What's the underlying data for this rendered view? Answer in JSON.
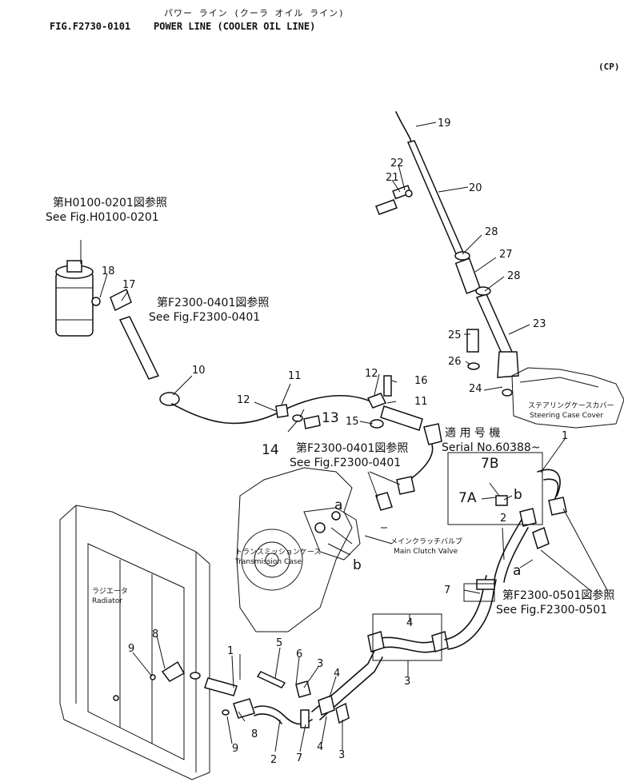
{
  "header": {
    "title_jp": "パワー ライン (クーラ オイル ライン)",
    "fig_code": "FIG.F2730-0101",
    "fig_title": "POWER LINE (COOLER OIL LINE)",
    "model_tag": "(CP)"
  },
  "references": {
    "h0100_jp": "第H0100-0201図参照",
    "h0100_en": "See Fig.H0100-0201",
    "f2300_0401_top_jp": "第F2300-0401図参照",
    "f2300_0401_top_en": "See Fig.F2300-0401",
    "f2300_0401_mid_jp": "第F2300-0401図参照",
    "f2300_0401_mid_en": "See Fig.F2300-0401",
    "f2300_0501_jp": "第F2300-0501図参照",
    "f2300_0501_en": "See Fig.F2300-0501",
    "serial_jp": "適 用 号 機",
    "serial_en": "Serial No.60388~"
  },
  "components": {
    "steering_cover_jp": "ステアリングケースカバー",
    "steering_cover_en": "Steering Case Cover",
    "main_clutch_jp": "メインクラッチバルブ",
    "main_clutch_en": "Main Clutch Valve",
    "transmission_jp": "トランスミッションケース",
    "transmission_en": "Transmission Case",
    "radiator_jp": "ラジエータ",
    "radiator_en": "Radiator"
  },
  "callouts": {
    "c1_top": "1",
    "c1_bottom": "1",
    "c2_right": "2",
    "c2_bottom": "2",
    "c3_a": "3",
    "c3_b": "3",
    "c3_c": "3",
    "c4_a": "4",
    "c4_b": "4",
    "c4_c": "4",
    "c5": "5",
    "c6": "6",
    "c7_a": "7",
    "c7_b": "7",
    "c7A": "7A",
    "c7B": "7B",
    "c8_a": "8",
    "c8_b": "8",
    "c9_a": "9",
    "c9_b": "9",
    "c10": "10",
    "c11_a": "11",
    "c11_b": "11",
    "c12_a": "12",
    "c12_b": "12",
    "c13": "13",
    "c14": "14",
    "c15": "15",
    "c16": "16",
    "c17": "17",
    "c18": "18",
    "c19": "19",
    "c20": "20",
    "c21": "21",
    "c22": "22",
    "c23": "23",
    "c24": "24",
    "c25": "25",
    "c26": "26",
    "c27": "27",
    "c28_a": "28",
    "c28_b": "28",
    "a_left": "a",
    "a_right": "a",
    "b_left": "b",
    "b_right": "b"
  }
}
